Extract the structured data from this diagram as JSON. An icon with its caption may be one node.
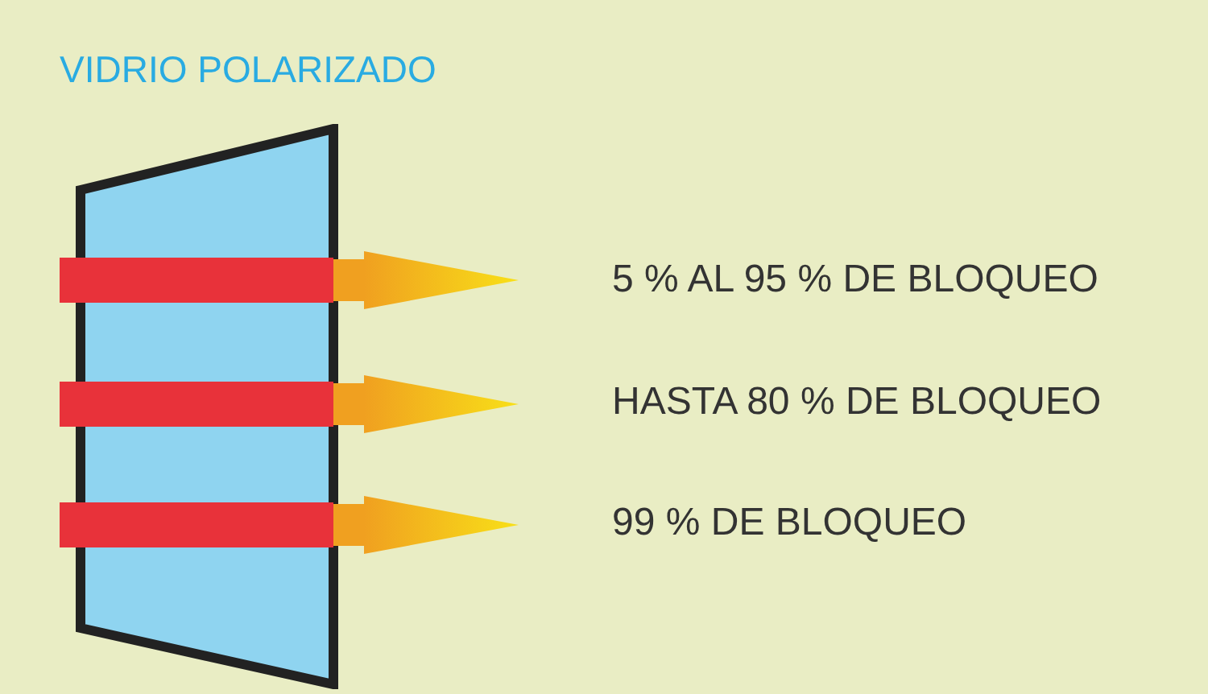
{
  "diagram": {
    "title": "VIDRIO POLARIZADO",
    "nodes": [
      {
        "text": [],
        "shape": "trapezoid"
      },
      {
        "text": [],
        "shape": "bar"
      },
      {
        "text": [],
        "shape": "bar"
      },
      {
        "text": [],
        "shape": "bar"
      }
    ],
    "edges": [
      {
        "from": 1,
        "to": null,
        "arrow": "to"
      },
      {
        "from": 2,
        "to": null,
        "arrow": "to"
      },
      {
        "from": 3,
        "to": null,
        "arrow": "to"
      }
    ],
    "labels": [
      "5 % AL 95 % DE BLOQUEO",
      "HASTA 80 % DE BLOQUEO",
      "99 % DE BLOQUEO"
    ]
  }
}
